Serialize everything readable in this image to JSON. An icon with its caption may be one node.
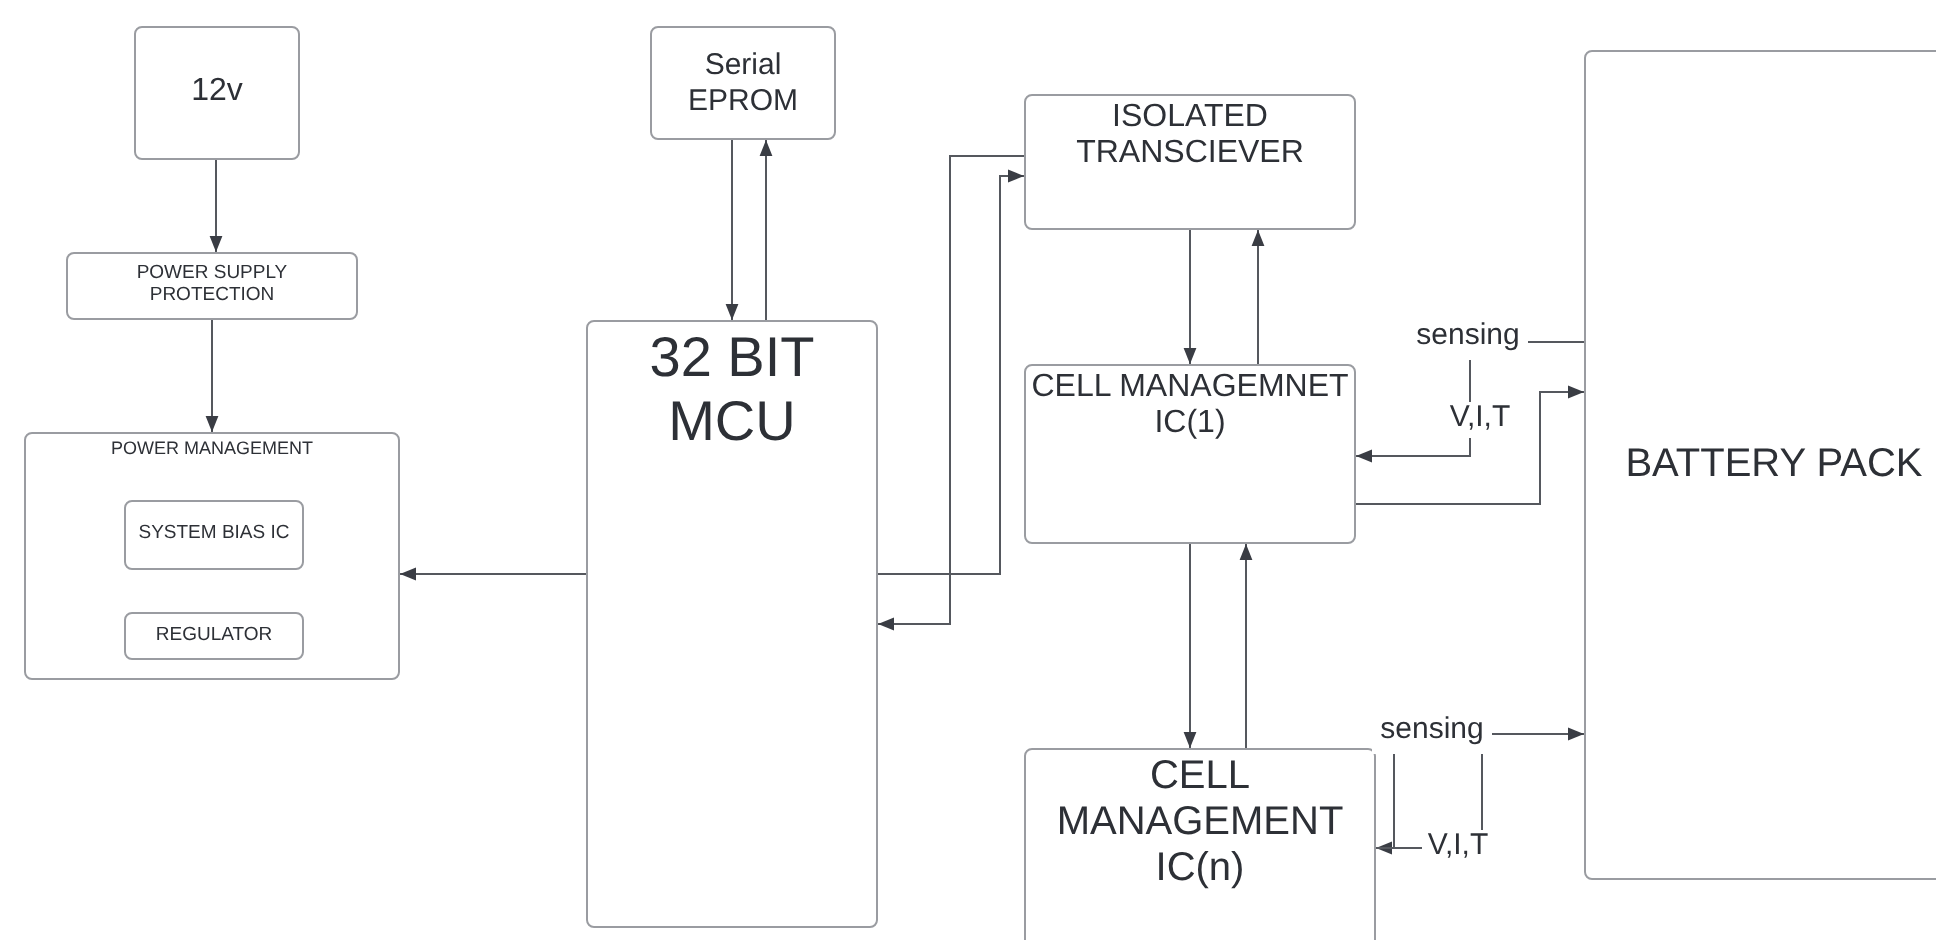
{
  "diagram": {
    "nodes": [
      {
        "text": [
          "12v"
        ]
      },
      {
        "text": [
          "POWER SUPPLY PROTECTION"
        ]
      },
      {
        "text": [
          "POWER MANAGEMENT"
        ]
      },
      {
        "text": [
          "SYSTEM BIAS IC"
        ],
        "in": 2
      },
      {
        "text": [
          "REGULATOR"
        ],
        "in": 2
      },
      {
        "text": [
          "Serial EPROM"
        ]
      },
      {
        "text": [
          "32 BIT MCU"
        ]
      },
      {
        "text": [
          "ISOLATED TRANSCIEVER"
        ]
      },
      {
        "text": [
          "CELL MANAGEMNET IC(1)"
        ]
      },
      {
        "text": [
          "CELL MANAGEMENT IC(n)"
        ]
      },
      {
        "text": [
          "BATTERY PACK"
        ]
      },
      {
        "text": [
          "sensing"
        ]
      },
      {
        "text": [
          "V,I,T"
        ]
      },
      {
        "text": [
          "sensing"
        ]
      },
      {
        "text": [
          "V,I,T"
        ]
      }
    ],
    "edges": [
      {
        "from": 0,
        "to": 1,
        "arrow": "to"
      },
      {
        "from": 1,
        "to": 2,
        "arrow": "to"
      },
      {
        "from": 6,
        "to": 2,
        "arrow": "to"
      },
      {
        "from": 5,
        "to": 6,
        "arrow": "to"
      },
      {
        "from": 6,
        "to": 5,
        "arrow": "to"
      },
      {
        "from": 6,
        "to": 7,
        "arrow": "to"
      },
      {
        "from": 7,
        "to": 6,
        "arrow": "to"
      },
      {
        "from": 7,
        "to": 8,
        "arrow": "to"
      },
      {
        "from": 8,
        "to": 7,
        "arrow": "to"
      },
      {
        "from": 8,
        "to": 9,
        "arrow": "to"
      },
      {
        "from": 9,
        "to": 8,
        "arrow": "to"
      },
      {
        "from": 10,
        "to": 11,
        "arrow": "none"
      },
      {
        "from": 11,
        "to": 12,
        "arrow": "none"
      },
      {
        "from": 12,
        "to": 8,
        "arrow": "to"
      },
      {
        "from": 8,
        "to": 10,
        "arrow": "to"
      },
      {
        "from": 13,
        "to": 10,
        "arrow": "to"
      },
      {
        "from": 13,
        "to": 9,
        "arrow": "to"
      },
      {
        "from": 14,
        "to": 9,
        "arrow": "none"
      },
      {
        "from": 13,
        "to": 14,
        "arrow": "none"
      }
    ]
  }
}
